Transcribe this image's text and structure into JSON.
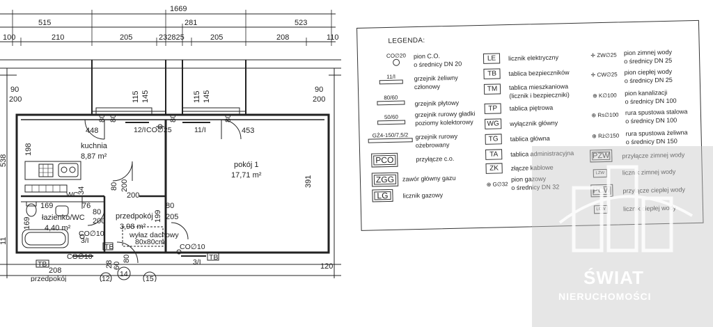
{
  "plan": {
    "dims_top": {
      "total": "1669",
      "row2": [
        "515",
        "281",
        "523"
      ],
      "row3": [
        "100",
        "210",
        "205",
        "232825",
        "205",
        "208",
        "110"
      ]
    },
    "dims_inner": {
      "left_90": "90",
      "left_200": "200",
      "right_90": "90",
      "right_200": "200",
      "w115a": "115",
      "w145a": "145",
      "w115b": "115",
      "w145b": "145",
      "w80a": "80",
      "w80b": "80",
      "w80c": "80",
      "w80d": "80",
      "d448": "448",
      "d453": "453",
      "d198": "198",
      "d538": "538",
      "d391": "391",
      "d200a": "200",
      "d80e": "80",
      "d200b": "200",
      "d169": "169",
      "d76": "76",
      "d80f": "80",
      "d200c": "200",
      "d205": "205",
      "d80g": "80",
      "d199": "199",
      "d169v": "169",
      "d208": "208",
      "d120": "120",
      "d28": "28",
      "d60": "60",
      "d80h": "80",
      "d34": "34",
      "d11": "11"
    },
    "rooms": {
      "kitchen_name": "kuchnia",
      "kitchen_area": "8,87 m²",
      "room1_name": "pokój 1",
      "room1_area": "17,71 m²",
      "bath_name": "łazienko/WC",
      "bath_area": "4,40 m²",
      "hall_name": "przedpokój",
      "hall_area": "3,98 m²",
      "hatch": "wyłaz dachowy",
      "hatch_size": "80x80cm"
    },
    "symbols": {
      "r12": "12/I",
      "co25": "CO∅25",
      "r11": "11/I",
      "co10a": "CO∅10",
      "r31a": "3/I",
      "co10b": "CO∅10",
      "co10c": "CO∅10",
      "r31b": "3/I",
      "tb1": "TB",
      "tb2": "TB",
      "tb3": "TB",
      "n14": "14",
      "n15": "15",
      "n12": "12",
      "wc": "WC",
      "przedpokoj2": "przedpokój"
    }
  },
  "legend": {
    "title": "LEGENDA:",
    "col1": [
      {
        "sym": "CO∅20",
        "text": [
          "pion C.O.",
          "o średnicy DN 20"
        ]
      },
      {
        "sym": "11/I",
        "text": [
          "grzejnik żeliwny",
          "członowy"
        ]
      },
      {
        "sym": "80/60",
        "text": [
          "grzejnik płytowy"
        ]
      },
      {
        "sym": "50/60",
        "text": [
          "grzejnik rurowy gładki",
          "poziomy kolektorowy"
        ]
      },
      {
        "sym": "GŻ4-150/7,5/2",
        "text": [
          "grzejnik rurowy",
          "ożebrowany"
        ]
      },
      {
        "sym": "PCO",
        "text": [
          "przyłącze c.o."
        ]
      },
      {
        "sym": "ZGG",
        "text": [
          "zawór główny gazu"
        ]
      },
      {
        "sym": "LG",
        "text": [
          "licznik gazowy"
        ]
      }
    ],
    "col2": [
      {
        "sym": "LE",
        "text": [
          "licznik elektryczny"
        ]
      },
      {
        "sym": "TB",
        "text": [
          "tablica bezpieczników"
        ]
      },
      {
        "sym": "TM",
        "text": [
          "tablica mieszkaniowa",
          "(licznik i bezpieczniki)"
        ]
      },
      {
        "sym": "TP",
        "text": [
          "tablica piętrowa"
        ]
      },
      {
        "sym": "WG",
        "text": [
          "wyłącznik główny"
        ]
      },
      {
        "sym": "TG",
        "text": [
          "tablica główna"
        ]
      },
      {
        "sym": "TA",
        "text": [
          "tablica administracyjna"
        ]
      },
      {
        "sym": "ZK",
        "text": [
          "złącze kablowe"
        ]
      },
      {
        "sym": "G∅32",
        "text": [
          "pion gazowy",
          "o średnicy DN 32"
        ]
      }
    ],
    "col3": [
      {
        "sym": "ZW∅25",
        "text": [
          "pion zimnej wody",
          "o średnicy DN 25"
        ]
      },
      {
        "sym": "CW∅25",
        "text": [
          "pion ciepłej wody",
          "o średnicy DN 25"
        ]
      },
      {
        "sym": "K∅100",
        "text": [
          "pion kanalizacji",
          "o średnicy DN 100"
        ]
      },
      {
        "sym": "Rs∅100",
        "text": [
          "rura spustowa stalowa",
          "o średnicy DN 100"
        ]
      },
      {
        "sym": "Rż∅150",
        "text": [
          "rura spustowa żeliwna",
          "o średnicy DN 150"
        ]
      },
      {
        "sym": "PZW",
        "text": [
          "przyłącze zimnej wody"
        ]
      },
      {
        "sym": "LZW",
        "text": [
          "licznik zimnej wody"
        ]
      },
      {
        "sym": "PCW",
        "text": [
          "przyłącze ciepłej wody"
        ]
      },
      {
        "sym": "LCW",
        "text": [
          "licznik ciepłej wody"
        ]
      }
    ]
  },
  "watermark": {
    "line1": "ŚWIAT",
    "line2": "NIERUCHOMOŚCI"
  }
}
